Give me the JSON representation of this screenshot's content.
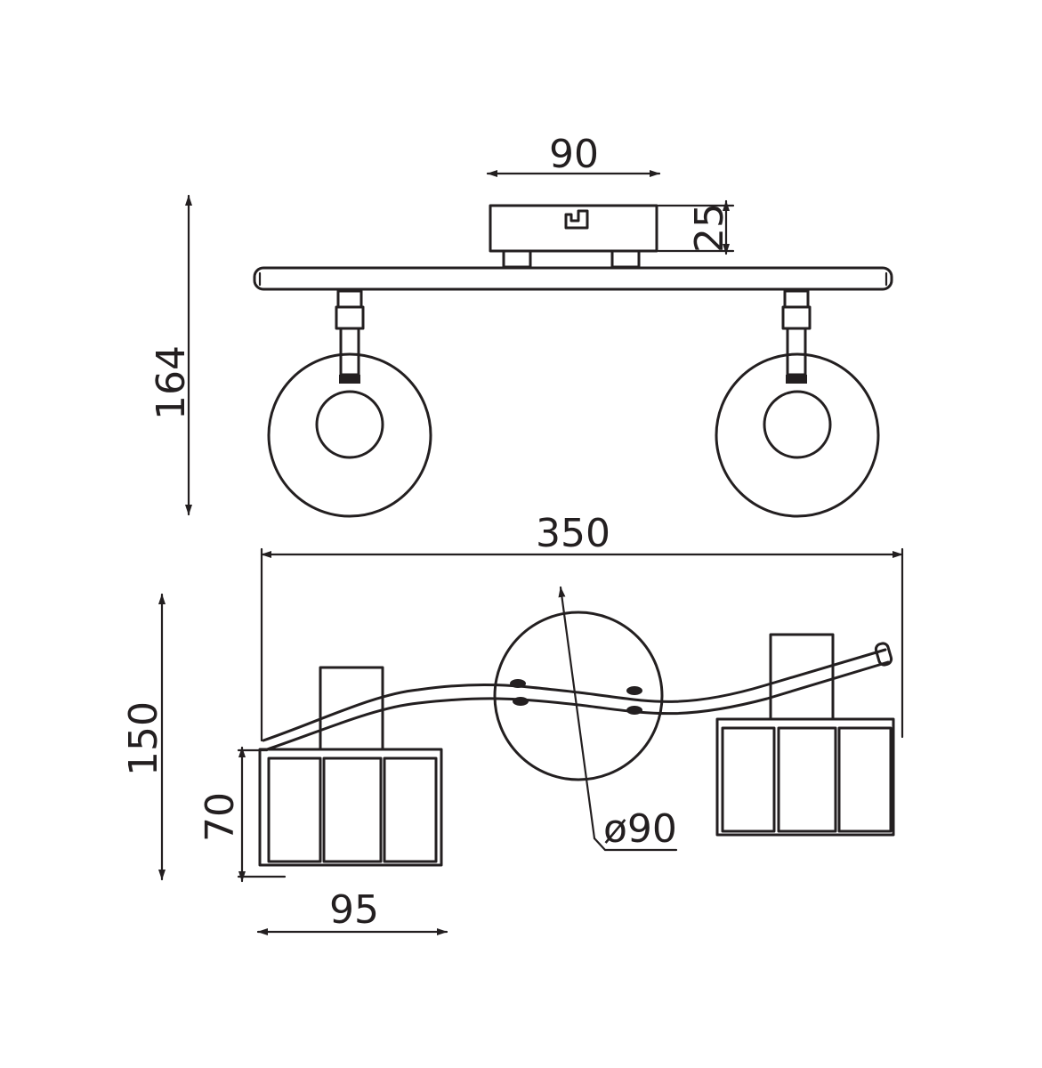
{
  "drawing": {
    "top_view": {
      "base_width_label": "90",
      "base_height_label": "25",
      "total_height_label": "164"
    },
    "front_view": {
      "total_width_label": "350",
      "total_height_label": "150",
      "shade_height_label": "70",
      "shade_width_label": "95",
      "base_diameter_label": "ø90"
    },
    "colors": {
      "line": "#231f20",
      "background": "#ffffff"
    }
  }
}
